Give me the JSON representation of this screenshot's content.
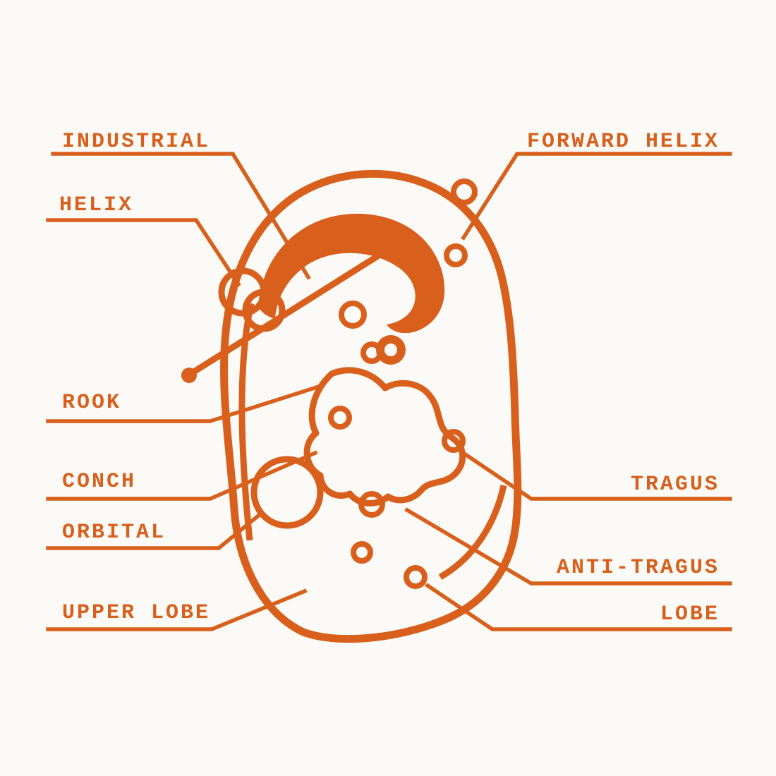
{
  "figure": {
    "kind": "ear-piercing-diagram",
    "style": "orange line illustration on paper background"
  },
  "colors": {
    "accent": "#d8601c",
    "paper": "#fcfaf7"
  },
  "labels": [
    {
      "id": "industrial",
      "text": "INDUSTRIAL",
      "side": "left"
    },
    {
      "id": "helix",
      "text": "HELIX",
      "side": "left"
    },
    {
      "id": "rook",
      "text": "ROOK",
      "side": "left"
    },
    {
      "id": "conch",
      "text": "CONCH",
      "side": "left"
    },
    {
      "id": "orbital",
      "text": "ORBITAL",
      "side": "left"
    },
    {
      "id": "upper-lobe",
      "text": "UPPER LOBE",
      "side": "left"
    },
    {
      "id": "forward-helix",
      "text": "FORWARD HELIX",
      "side": "right"
    },
    {
      "id": "tragus",
      "text": "TRAGUS",
      "side": "right"
    },
    {
      "id": "anti-tragus",
      "text": "ANTI-TRAGUS",
      "side": "right"
    },
    {
      "id": "lobe",
      "text": "LOBE",
      "side": "right"
    }
  ]
}
